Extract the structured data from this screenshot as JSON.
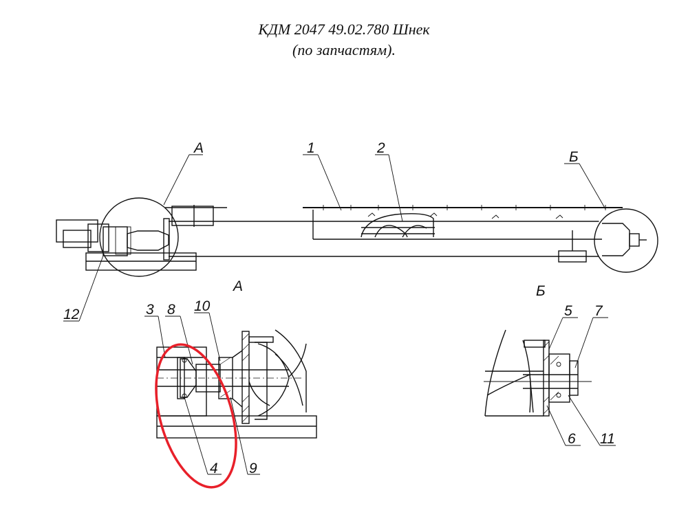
{
  "title": {
    "line1": "КДМ 2047 49.02.780 Шнек",
    "line2": "(по запчастям)."
  },
  "labels": {
    "view_a": "А",
    "view_b": "Б",
    "detail_a": "А",
    "detail_b": "Б",
    "p1": "1",
    "p2": "2",
    "p3": "3",
    "p4": "4",
    "p5": "5",
    "p6": "6",
    "p7": "7",
    "p8": "8",
    "p9": "9",
    "p10": "10",
    "p11": "11",
    "p12": "12"
  },
  "highlight": {
    "color": "#e8202a"
  }
}
